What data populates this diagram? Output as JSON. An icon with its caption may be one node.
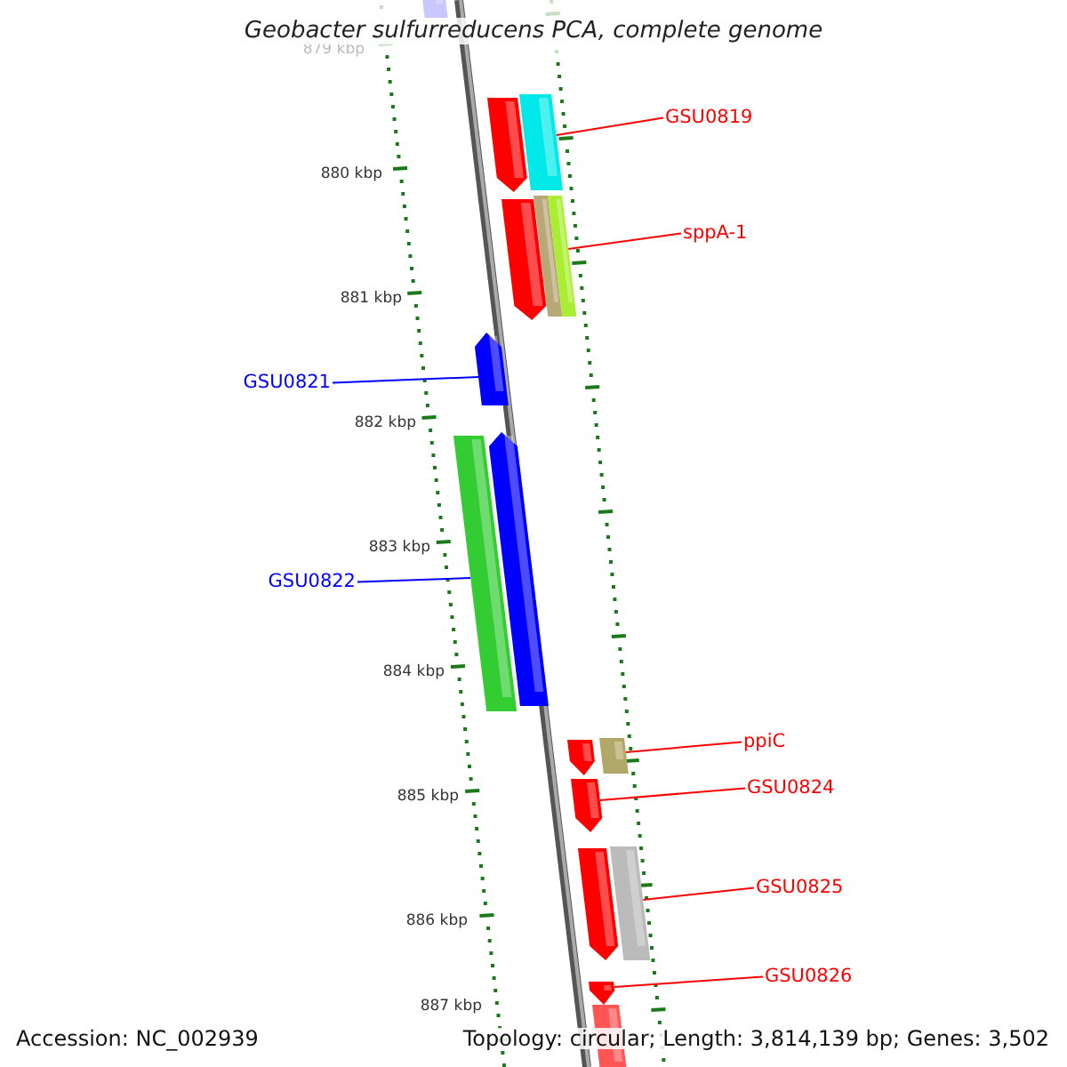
{
  "diagram": {
    "title": "Geobacter sulfurreducens PCA, complete genome",
    "nodes": [
      {
        "text": [],
        "shape": "bar"
      },
      {
        "text": [],
        "shape": "bar"
      },
      {
        "text": [],
        "shape": "bar"
      },
      {
        "text": [
          "GSU0819"
        ]
      },
      {
        "text": [],
        "shape": "bar"
      },
      {
        "text": [],
        "shape": "bar"
      },
      {
        "text": [],
        "shape": "bar"
      },
      {
        "text": [
          "sppA-1"
        ]
      },
      {
        "text": [],
        "shape": "bar"
      },
      {
        "text": [
          "GSU0821"
        ]
      },
      {
        "text": [],
        "shape": "bar"
      },
      {
        "text": [],
        "shape": "bar"
      },
      {
        "text": [
          "GSU0822"
        ]
      },
      {
        "text": [],
        "shape": "bar"
      },
      {
        "text": [],
        "shape": "bar"
      },
      {
        "text": [
          "ppiC"
        ]
      },
      {
        "text": [],
        "shape": "bar"
      },
      {
        "text": [
          "GSU0824"
        ]
      },
      {
        "text": [],
        "shape": "bar"
      },
      {
        "text": [],
        "shape": "bar"
      },
      {
        "text": [
          "GSU0825"
        ]
      },
      {
        "text": [],
        "shape": "bar"
      },
      {
        "text": [
          "GSU0826"
        ]
      },
      {
        "text": [],
        "shape": "bar"
      }
    ],
    "edges": [
      {
        "from": 3,
        "to": 2,
        "arrow": "none"
      },
      {
        "from": 7,
        "to": 6,
        "arrow": "none"
      },
      {
        "from": 9,
        "to": 8,
        "arrow": "none",
        "color": "#0000ff"
      },
      {
        "from": 12,
        "to": 10,
        "arrow": "none",
        "color": "#0000ff"
      },
      {
        "from": 15,
        "to": 14,
        "arrow": "none"
      },
      {
        "from": 17,
        "to": 16,
        "arrow": "none"
      },
      {
        "from": 20,
        "to": 19,
        "arrow": "none"
      },
      {
        "from": 22,
        "to": 21,
        "arrow": "none"
      }
    ],
    "labels": [
      "879 kbp",
      "880 kbp",
      "881 kbp",
      "882 kbp",
      "883 kbp",
      "884 kbp",
      "885 kbp",
      "886 kbp",
      "887 kbp",
      "Accession: NC_002939",
      "Topology: circular; Length: 3,814,139 bp; Genes: 3,502"
    ]
  }
}
